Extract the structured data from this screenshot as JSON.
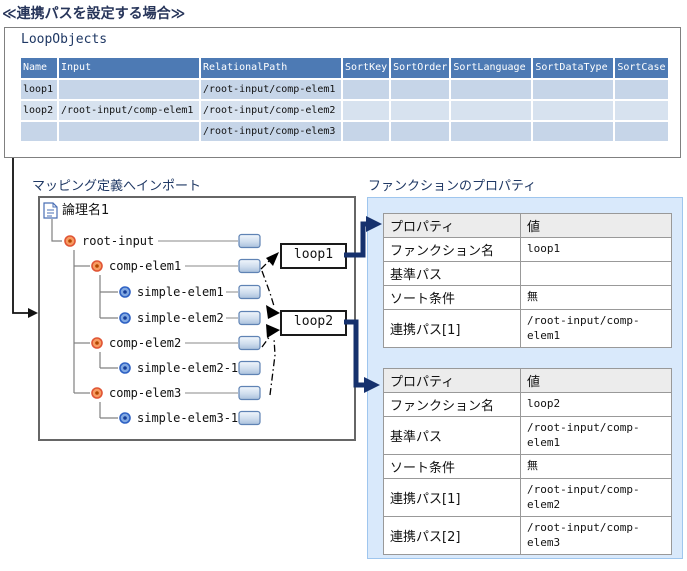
{
  "title": "≪連携パスを設定する場合≫",
  "loop_objects": {
    "label": "LoopObjects",
    "columns": [
      "Name",
      "Input",
      "RelationalPath",
      "SortKey",
      "SortOrder",
      "SortLanguage",
      "SortDataType",
      "SortCase"
    ],
    "rows": [
      [
        "loop1",
        "",
        "/root-input/comp-elem1",
        "",
        "",
        "",
        "",
        ""
      ],
      [
        "loop2",
        "/root-input/comp-elem1",
        "/root-input/comp-elem2",
        "",
        "",
        "",
        "",
        ""
      ],
      [
        "",
        "",
        "/root-input/comp-elem3",
        "",
        "",
        "",
        "",
        ""
      ]
    ]
  },
  "mapping": {
    "label": "マッピング定義へインポート",
    "root": "論理名1",
    "nodes": [
      "root-input",
      "comp-elem1",
      "simple-elem1",
      "simple-elem2",
      "comp-elem2",
      "simple-elem2-1",
      "comp-elem3",
      "simple-elem3-1"
    ],
    "loop_boxes": [
      "loop1",
      "loop2"
    ]
  },
  "properties": {
    "label": "ファンクションのプロパティ",
    "table1": {
      "col_property": "プロパティ",
      "col_value": "値",
      "rows": [
        {
          "k": "ファンクション名",
          "v": "loop1"
        },
        {
          "k": "基準パス",
          "v": ""
        },
        {
          "k": "ソート条件",
          "v": "無"
        },
        {
          "k": "連携パス[1]",
          "v": "/root-input/comp-elem1"
        }
      ]
    },
    "table2": {
      "col_property": "プロパティ",
      "col_value": "値",
      "rows": [
        {
          "k": "ファンクション名",
          "v": "loop2"
        },
        {
          "k": "基準パス",
          "v": "/root-input/comp-elem1"
        },
        {
          "k": "ソート条件",
          "v": "無"
        },
        {
          "k": "連携パス[1]",
          "v": "/root-input/comp-elem2"
        },
        {
          "k": "連携パス[2]",
          "v": "/root-input/comp-elem3"
        }
      ]
    }
  },
  "colors": {
    "accent_navy": "#1f3864",
    "arrow_navy": "#16316d",
    "table_header_blue": "#4d7ab4",
    "row_blue": "#c6d5e8",
    "row_blue_light": "#d7e2ef",
    "panel_blue": "#d9e9fb"
  }
}
